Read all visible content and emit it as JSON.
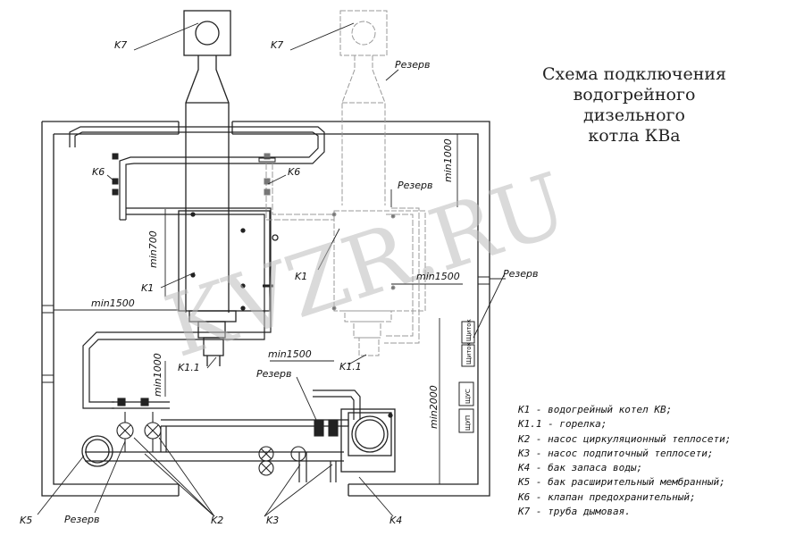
{
  "title_lines": [
    "Схема подключения",
    "водогрейного",
    "дизельного",
    "котла КВа"
  ],
  "watermark": "KVZR.RU",
  "labels": {
    "k7_left": "K7",
    "k7_right": "K7",
    "k6_left": "K6",
    "k6_right": "K6",
    "k1_left": "K1",
    "k1_right": "K1",
    "k11_left": "K1.1",
    "k11_right": "K1.1",
    "k2": "K2",
    "k3": "K3",
    "k4": "K4",
    "k5": "K5",
    "reserve_top": "Резерв",
    "reserve_mid": "Резерв",
    "reserve_side": "Резерв",
    "reserve_bottom": "Резерв",
    "reserve_pump": "Резерв",
    "shus": "ЩУС",
    "shup": "ЩУП",
    "shchit_1": "Щиток",
    "shchit_2": "Щиток"
  },
  "dimensions": {
    "min700": "min700",
    "min1500_left": "min1500",
    "min1500_center": "min1500",
    "min1500_right": "min1500",
    "min1000_left": "min1000",
    "min1000_right": "min1000",
    "min2000": "min2000"
  },
  "legend": [
    "K1 - водогрейный котел КВ;",
    "K1.1 - горелка;",
    "K2 - насос циркуляционный теплосети;",
    "K3 - насос подпиточный теплосети;",
    "K4 - бак запаса воды;",
    "K5 - бак расширительный мембранный;",
    "K6 - клапан предохранительный;",
    "K7 - труба дымовая."
  ]
}
